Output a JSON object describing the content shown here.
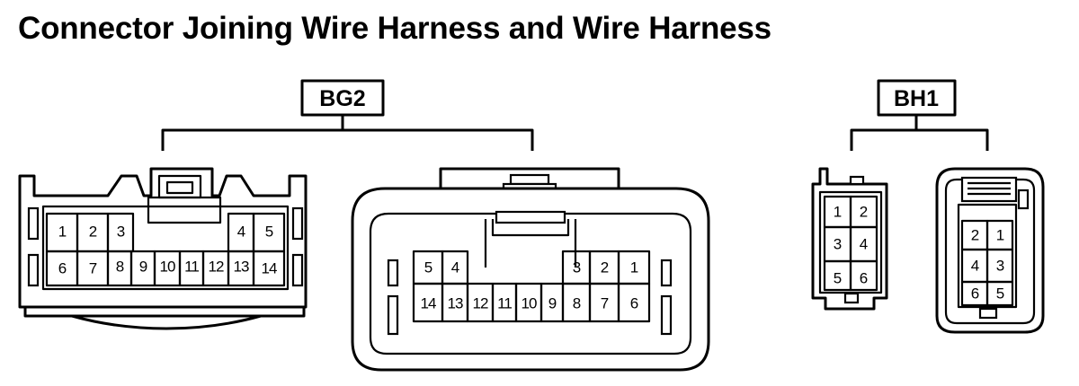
{
  "title": "Connector Joining Wire Harness and Wire Harness",
  "connectors": {
    "bg2": {
      "label": "BG2",
      "left_view": {
        "top_row": [
          "1",
          "2",
          "3",
          "4",
          "5"
        ],
        "bottom_row": [
          "6",
          "7",
          "8",
          "9",
          "10",
          "11",
          "12",
          "13",
          "14"
        ]
      },
      "right_view": {
        "top_row": [
          "5",
          "4",
          "3",
          "2",
          "1"
        ],
        "bottom_row": [
          "14",
          "13",
          "12",
          "11",
          "10",
          "9",
          "8",
          "7",
          "6"
        ]
      }
    },
    "bh1": {
      "label": "BH1",
      "left_view": {
        "pins": [
          "1",
          "2",
          "3",
          "4",
          "5",
          "6"
        ]
      },
      "right_view": {
        "pins": [
          "2",
          "1",
          "4",
          "3",
          "6",
          "5"
        ]
      }
    }
  }
}
